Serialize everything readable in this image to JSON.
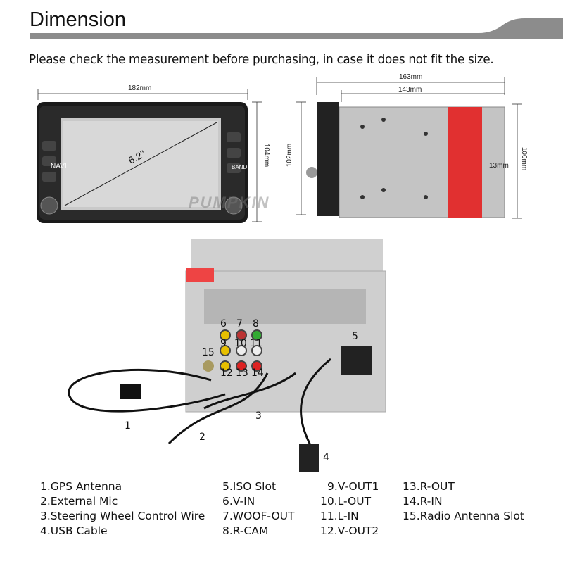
{
  "header": {
    "title": "Dimension",
    "subtitle": "Please check the measurement before purchasing, in case it does not fit the size."
  },
  "front_view": {
    "width": "182mm",
    "height": "104mm",
    "screen_diagonal": "6.2''",
    "watermark": "PUMPKIN",
    "buttons": [
      "BAND",
      "NAVI"
    ]
  },
  "side_view": {
    "total_depth": "163mm",
    "body_depth": "143mm",
    "front_height": "102mm",
    "body_height": "100mm",
    "rear_offset": "13mm"
  },
  "rear_view": {
    "port_numbers": [
      "1",
      "2",
      "3",
      "4",
      "5",
      "6",
      "7",
      "8",
      "9",
      "10",
      "11",
      "12",
      "13",
      "14",
      "15"
    ]
  },
  "legend": {
    "col1": [
      "1.GPS Antenna",
      "2.External Mic",
      "3.Steering Wheel Control Wire",
      "4.USB Cable"
    ],
    "col2": [
      "5.ISO Slot",
      "6.V-IN",
      "7.WOOF-OUT",
      "8.R-CAM"
    ],
    "col3": [
      "9.V-OUT1",
      "10.L-OUT",
      "11.L-IN",
      "12.V-OUT2"
    ],
    "col4": [
      "13.R-OUT",
      "14.R-IN",
      "15.Radio Antenna Slot"
    ]
  }
}
